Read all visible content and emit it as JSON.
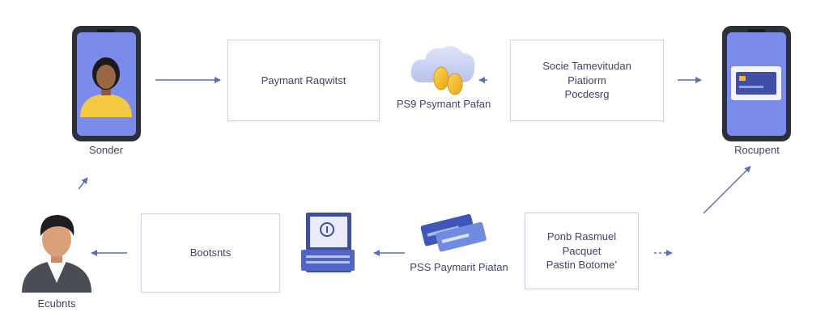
{
  "sender": {
    "label": "Sonder"
  },
  "recipient": {
    "label": "Rocupent"
  },
  "student": {
    "label": "Ecubnts"
  },
  "payment_request": {
    "label": "Paymant Raqwitst"
  },
  "psp_top": {
    "label": "PS9 Psymant Pafan"
  },
  "secure_processing": {
    "lines": [
      "Socie Tamevitudan",
      "Piatiorm",
      "Pocdesrg"
    ]
  },
  "fund_request": {
    "lines": [
      "Ponb Rasmuel",
      "Pacquet",
      "Pastin Botome’"
    ]
  },
  "psp_bottom": {
    "label": "PSS Paymarit Piatan"
  },
  "receipts": {
    "label": "Bootsnts"
  },
  "colors": {
    "accent": "#6f86e6",
    "phone_screen": "#7b8bec",
    "phone_body": "#2d2f3b",
    "arrow": "#5b6fb8",
    "coin": "#f2b52c",
    "cloud": "#c7cdf1",
    "card": "#4a63c9"
  },
  "icons": [
    "phone-icon",
    "person-icon",
    "cloud-coins-icon",
    "bank-card-icon",
    "bank-document-icon",
    "user-icon"
  ]
}
